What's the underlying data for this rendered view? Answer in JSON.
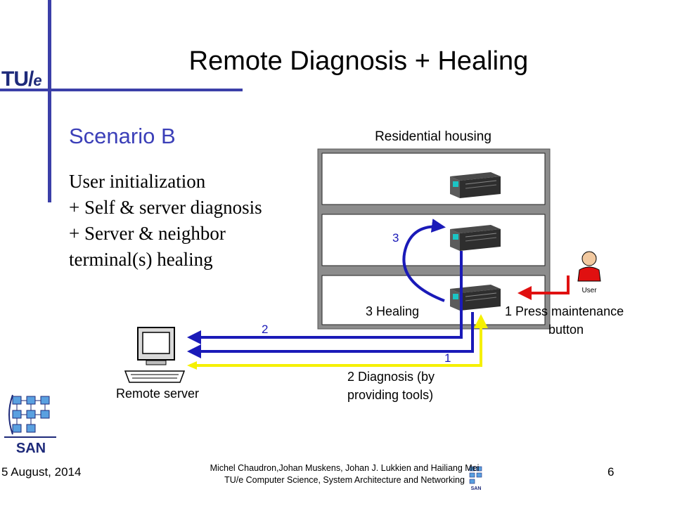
{
  "slide": {
    "title": "Remote Diagnosis + Healing",
    "subtitle": "Scenario B",
    "body_lines": [
      "User initialization",
      "+ Self & server diagnosis",
      "+ Server & neighbor",
      "terminal(s) healing"
    ]
  },
  "logos": {
    "tue": {
      "main": "TU/",
      "e": "e"
    },
    "san": "SAN"
  },
  "diagram": {
    "housing_label": "Residential housing",
    "user_label": "User",
    "server_label": "Remote server",
    "arrow_label_3_top": "3",
    "healing_label": "3 Healing",
    "press_label_line1": "1 Press maintenance",
    "press_label_line2": "button",
    "arrow_label_2": "2",
    "arrow_label_1": "1",
    "diagnosis_line1": "2 Diagnosis (by",
    "diagnosis_line2": "providing tools)",
    "colors": {
      "blue_arrow": "#1a1ab8",
      "yellow_arrow": "#f5f000",
      "red_arrow": "#e01010",
      "accent": "#3b3fa8"
    }
  },
  "footer": {
    "date": "5 August, 2014",
    "credit_line1": "Michel Chaudron,Johan Muskens, Johan J. Lukkien and Hailiang Mei",
    "credit_line2": "TU/e Computer Science, System Architecture and Networking",
    "page": "6"
  }
}
